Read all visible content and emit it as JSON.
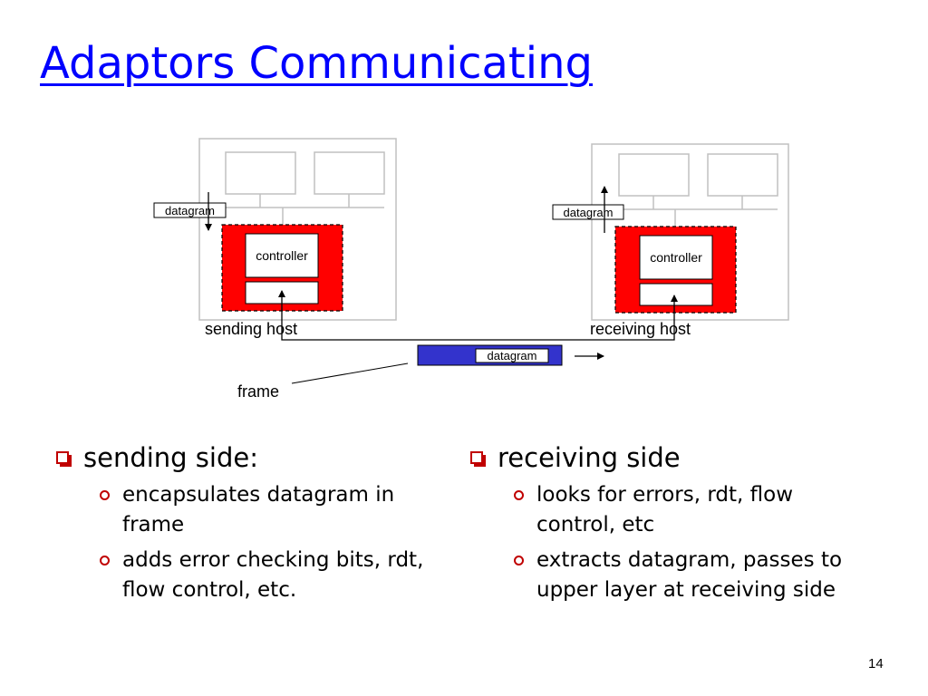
{
  "slide": {
    "title": "Adaptors Communicating",
    "page_number": "14"
  },
  "diagram": {
    "sending_datagram_label": "datagram",
    "receiving_datagram_label": "datagram",
    "sending_controller_label": "controller",
    "receiving_controller_label": "controller",
    "sending_host_label": "sending host",
    "receiving_host_label": "receiving host",
    "frame_datagram_label": "datagram",
    "frame_label": "frame",
    "colors": {
      "adapter": "#ff0000",
      "frame": "#3333cc",
      "host_box": "#c0c0c0"
    }
  },
  "bullets": {
    "sending": {
      "heading": "sending side:",
      "items": [
        "encapsulates datagram in frame",
        "adds error checking bits, rdt, flow control, etc."
      ]
    },
    "receiving": {
      "heading": "receiving side",
      "items": [
        "looks for errors, rdt, flow control, etc",
        "extracts datagram, passes to upper layer at receiving side"
      ]
    }
  }
}
